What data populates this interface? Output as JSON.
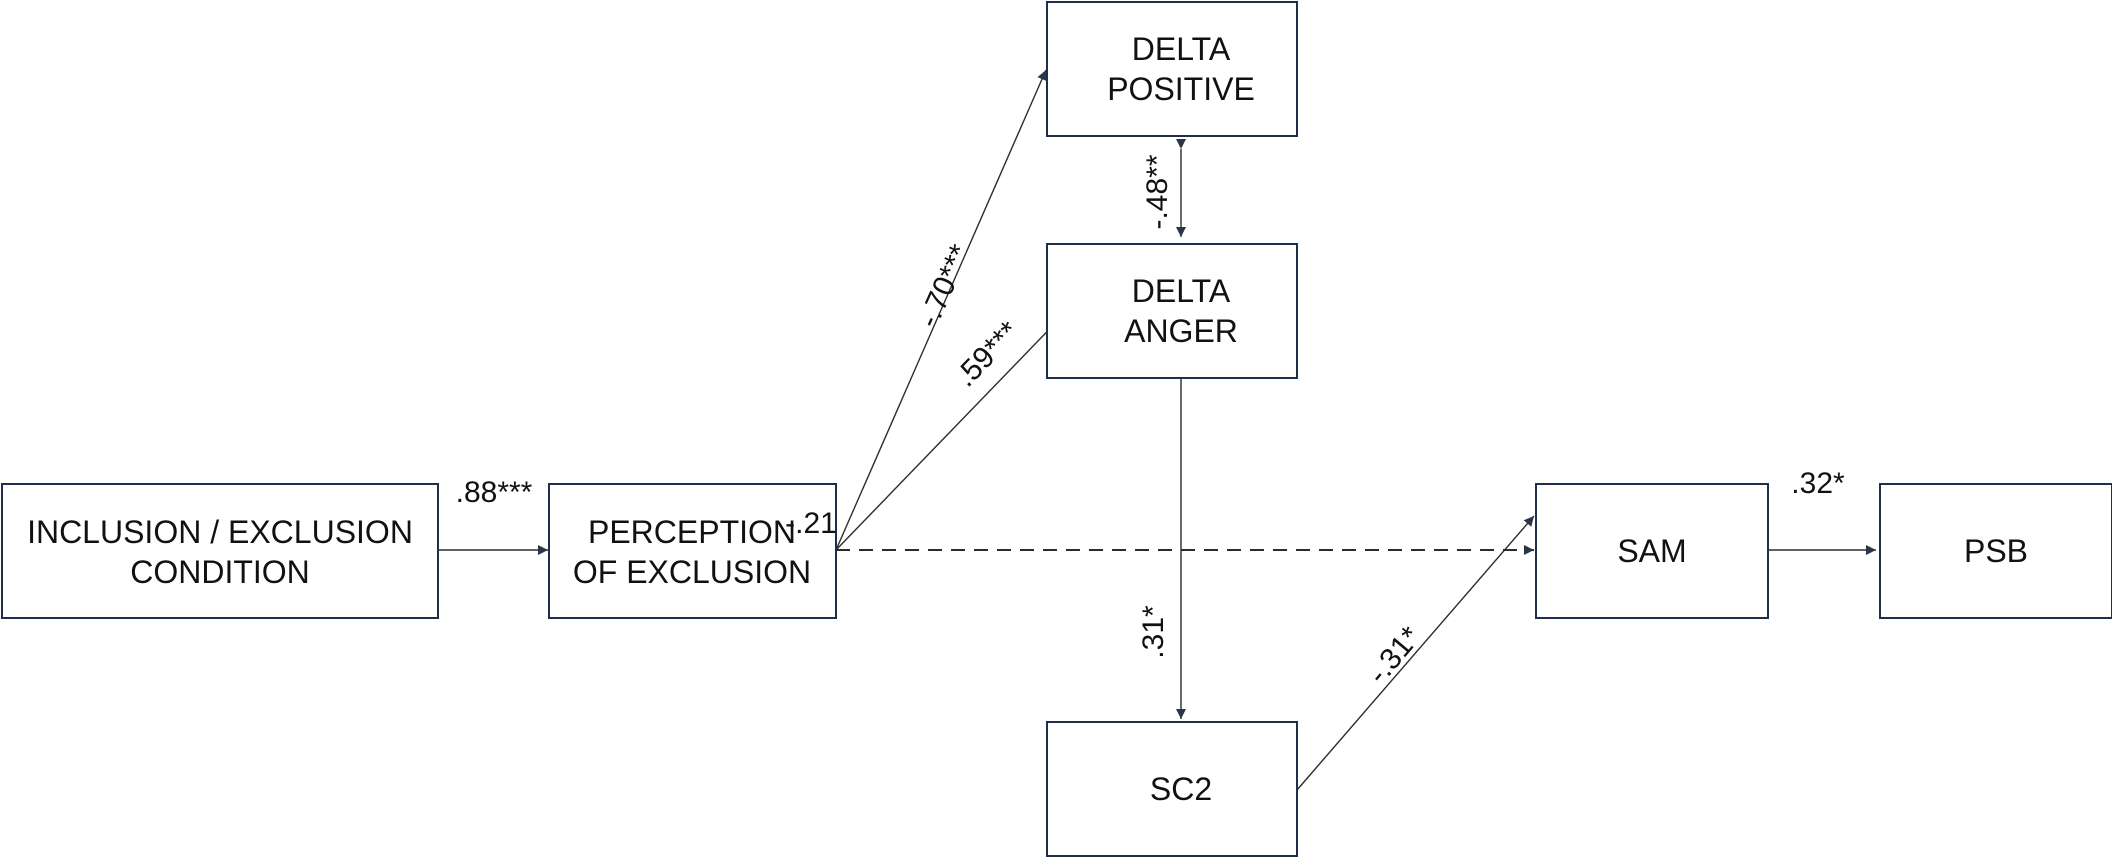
{
  "nodes": {
    "condition": [
      "INCLUSION / EXCLUSION",
      "CONDITION"
    ],
    "perception": [
      "PERCEPTION",
      "OF EXCLUSION"
    ],
    "delta_positive": [
      "DELTA",
      "POSITIVE"
    ],
    "delta_anger": [
      "DELTA",
      "ANGER"
    ],
    "sc2": [
      "SC2"
    ],
    "sam": [
      "SAM"
    ],
    "psb": [
      "PSB"
    ]
  },
  "edges": {
    "condition_to_perception": ".88***",
    "perception_to_delta_positive": "-.70***",
    "perception_to_delta_anger": ".59***",
    "delta_positive_anger_covariance": "-.48**",
    "perception_to_sam": "-.21",
    "delta_anger_to_sc2": ".31*",
    "sc2_to_sam": "-.31*",
    "sam_to_psb": ".32*"
  }
}
